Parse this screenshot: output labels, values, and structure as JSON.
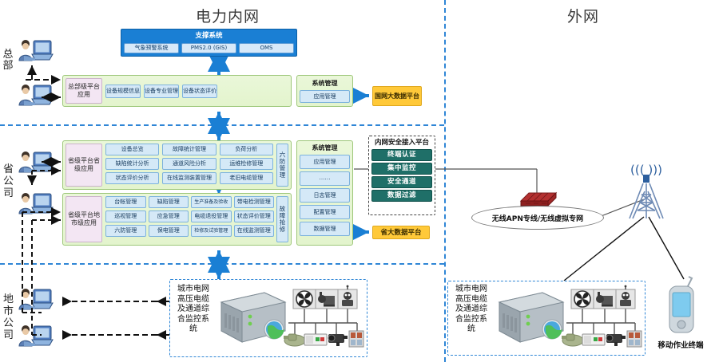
{
  "zones": {
    "internal_title": "电力内网",
    "external_title": "外网"
  },
  "left_tags": {
    "hq": "总部",
    "province": "省公司",
    "city": "地市公司"
  },
  "support_system": {
    "title": "支撑系统",
    "items": [
      "气象预警系统",
      "PMS2.0 (GIS)",
      "OMS"
    ]
  },
  "hq_platform": {
    "side_label": "总部级平台应用",
    "items": [
      "设备规模信息",
      "设备专业管理",
      "设备状态评价"
    ]
  },
  "hq_sysmgmt": {
    "title": "系统管理",
    "items": [
      "应用管理"
    ]
  },
  "national_big_data": {
    "label": "国网大数据平台"
  },
  "province_platform": {
    "side_label": "省级平台省级应用",
    "columns": [
      [
        "设备总览",
        "缺陷统计分析",
        "状态评价分析"
      ],
      [
        "故障统计管理",
        "通道风险分析",
        "在线监测装置管理"
      ],
      [
        "负荷分析",
        "运维检修管理",
        "老旧电缆管理"
      ]
    ],
    "vertical_label": "六防管理"
  },
  "city_platform": {
    "side_label": "省级平台地市级应用",
    "columns": [
      [
        "台帐管理",
        "巡视管理",
        "六防管理"
      ],
      [
        "缺陷管理",
        "应急管理",
        "保电管理"
      ],
      [
        "生产准备及验收",
        "电缆退役管理",
        "检修及试验管理"
      ],
      [
        "带电检测管理",
        "状态评价管理",
        "在线监测管理"
      ]
    ],
    "vertical_label": "故障抢修"
  },
  "province_sysmgmt": {
    "title": "系统管理",
    "items": [
      "应用管理",
      "……",
      "日志管理",
      "配置管理",
      "数据管理"
    ]
  },
  "province_big_data": {
    "label": "省大数据平台"
  },
  "secure_access": {
    "title": "内网安全接入平台",
    "items": [
      "终端认证",
      "集中监控",
      "安全通道",
      "数据过滤"
    ]
  },
  "network": {
    "apn_label": "无线APN专线/无线虚拟专网",
    "firewall_icon": "firewall-icon",
    "tower_icon": "cell-tower-icon"
  },
  "monitoring_left": {
    "label": "城市电网高压电缆及通道综合监控系统"
  },
  "monitoring_right": {
    "label": "城市电网高压电缆及通道综合监控系统"
  },
  "mobile_terminal": {
    "label": "移动作业终端",
    "icon": "pda-device-icon"
  },
  "icons": {
    "user_workstation": "user-workstation-icon",
    "server": "server-icon",
    "fan": "fan-icon",
    "pump": "pump-icon",
    "robot": "robot-icon",
    "sensor": "sensor-icon",
    "controller": "controller-icon",
    "camera": "camera-icon",
    "panel": "panel-icon"
  },
  "colors": {
    "accent_blue": "#2f86d6",
    "support_blue": "#1a7fd4",
    "green_panel": "#e3f4cd",
    "orange": "#ffc939",
    "teal": "#1f6f68"
  }
}
